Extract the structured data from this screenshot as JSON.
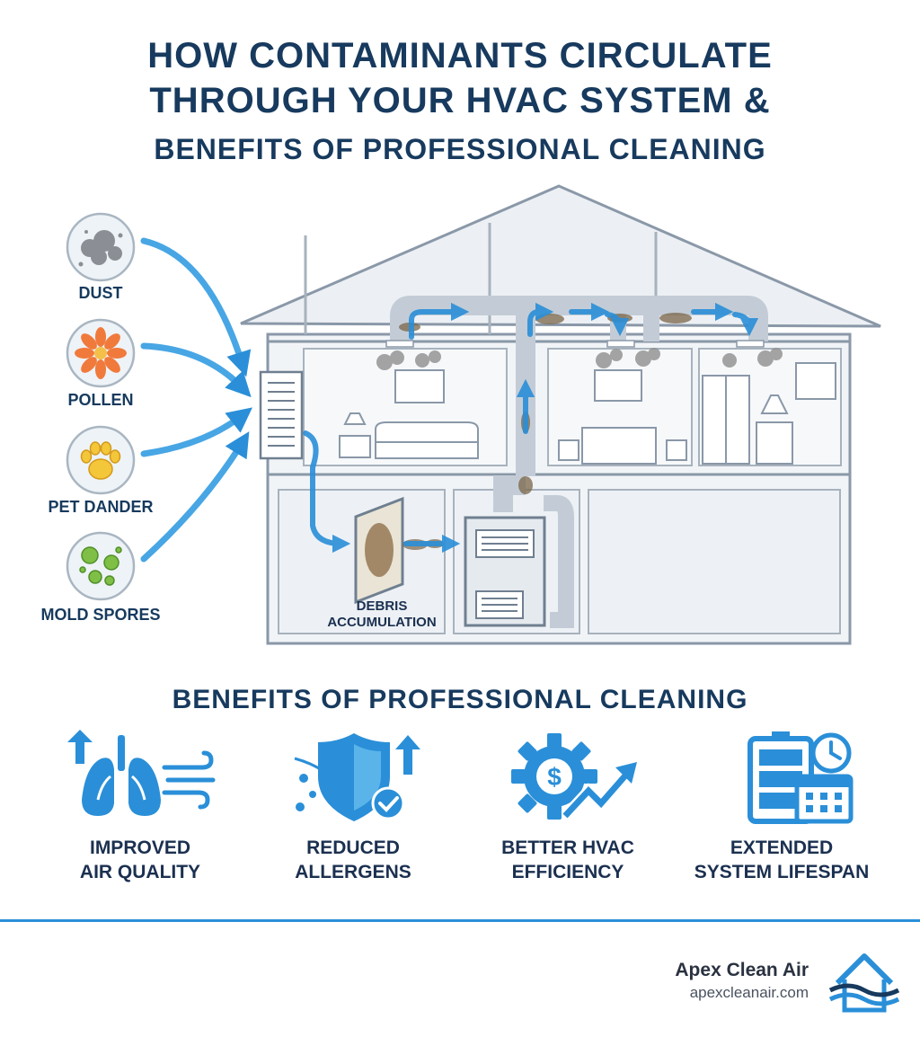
{
  "title": {
    "line1": "HOW CONTAMINANTS CIRCULATE",
    "line2": "THROUGH YOUR HVAC SYSTEM &",
    "line3": "BENEFITS OF PROFESSIONAL CLEANING"
  },
  "contaminants": [
    {
      "label": "DUST",
      "icon": "dust-icon"
    },
    {
      "label": "POLLEN",
      "icon": "flower-icon"
    },
    {
      "label": "PET DANDER",
      "icon": "paw-icon"
    },
    {
      "label": "MOLD SPORES",
      "icon": "spores-icon"
    }
  ],
  "debris_label": {
    "line1": "DEBRIS",
    "line2": "ACCUMULATION"
  },
  "benefits_title": "BENEFITS OF PROFESSIONAL CLEANING",
  "benefits": [
    {
      "line1": "IMPROVED",
      "line2": "AIR QUALITY",
      "icon": "lungs-icon"
    },
    {
      "line1": "REDUCED",
      "line2": "ALLERGENS",
      "icon": "shield-check-icon"
    },
    {
      "line1": "BETTER HVAC",
      "line2": "EFFICIENCY",
      "icon": "gear-dollar-icon"
    },
    {
      "line1": "EXTENDED",
      "line2": "SYSTEM LIFESPAN",
      "icon": "battery-calendar-icon"
    }
  ],
  "brand": {
    "name": "Apex Clean Air",
    "url": "apexcleanair.com"
  },
  "colors": {
    "navy": "#173a5e",
    "accent": "#2a8fd8",
    "light_blue": "#5ab4ea",
    "house_line": "#8a98a8"
  }
}
